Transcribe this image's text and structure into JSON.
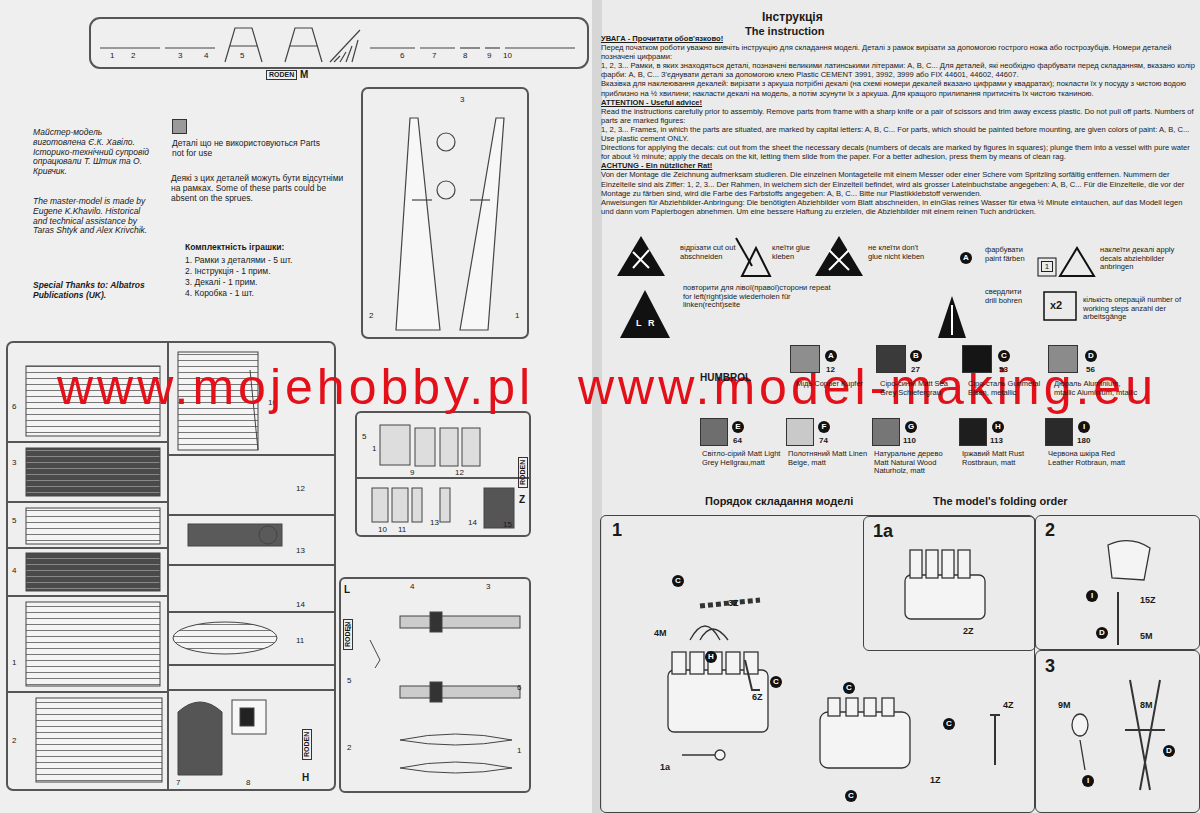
{
  "diagram": {
    "title": "Інструкція",
    "nodes": [
      {
        "text": [
          "1",
          "3Z",
          "4M",
          "6Z",
          "1a",
          "4Z",
          "1Z",
          "C",
          "H",
          "C",
          "C",
          "C",
          "C"
        ]
      },
      {
        "text": [
          "1a",
          "2Z"
        ],
        "in": 0
      },
      {
        "text": [
          "2",
          "15Z",
          "5M",
          "I",
          "D"
        ]
      },
      {
        "text": [
          "3",
          "9M",
          "8M",
          "I",
          "D"
        ]
      }
    ],
    "labels": [
      "1",
      "2",
      "3",
      "4",
      "5",
      "6",
      "7",
      "8",
      "9",
      "10",
      "RODEN",
      "M",
      "Майстер-модель виготовлена Є.К. Хавіло. Історико-технічний супровід опрацювали Т. Штик та О. Кривчик.",
      "The master-model is made by Eugene K.Khavilo. Historical and technical assistance by Taras Shtyk and Alex Krivchik.",
      "Special Thanks to: Albatros Publications (UK).",
      "Деякі з цих деталей можуть бути відсутніми на рамках. Some of these parts could be absent on the sprues.",
      "Комплектність іграшки:",
      "1. Рамки з деталями - 5 шт.",
      "2. Інструкція - 1 прим.",
      "3. Декалі - 1 прим.",
      "4. Коробка - 1 шт.",
      "3",
      "2",
      "1",
      "6",
      "3",
      "5",
      "4",
      "1",
      "2",
      "16",
      "12",
      "13",
      "14",
      "11",
      "7",
      "8",
      "RODEN",
      "H",
      "5",
      "1",
      "9",
      "10",
      "11",
      "13",
      "12",
      "14",
      "15",
      "RODEN",
      "Z",
      "www.mojehobby.pl",
      "www.model-making.eu",
      "4",
      "3",
      "4",
      "5",
      "6",
      "2",
      "1",
      "RODEN",
      "L",
      "The instruction",
      "УВАГА - Прочитати обов'язково!",
      "Перед початком роботи уважно вивчіть інструкцію для складання моделі. Деталі з рамок вирізати за допомогою гострого ножа або гострозубців. Номери деталей позначені цифрами:",
      "1, 2, 3... Рамки, в яких знаходяться деталі, позначені великими латинськими літерами: A, B, C... Для деталей, які необхідно фарбувати перед складанням, вказано колір фарби: A, B, C... З'єднувати деталі за допомогою клею Plastic CEMENT 3991, 3992, 3999 або FIX 44601, 44602, 44607.",
      "Вказівка для наклеювання декалей: вирізати з аркуша потрібні декалі (на схемі номери декалей вказано цифрами у квадратах); покласти їх у посуду з чистою водою приблизно на ½ хвилини; накласти декалі на модель, а потім зсунути їх з аркуша. Для кращого прилипання притисніть їх чистою тканиною.",
      "ATTENTION - Useful advice!",
      "Read the instructions carefully prior to assembly. Remove parts from frame with a sharp knife or a pair of scissors and trim away excess plastic. Do not pull off parts. Numbers of parts are marked figures:",
      "1, 2, 3... Frames, in which the parts are situated, are marked by capital letters: A, B, C... For parts, which should be painted before mounting, are given colors of paint: A, B, C... Use plastic cement ONLY.",
      "Directions for applying the decals: cut out from the sheet the necessary decals (numbers of decals are marked by figures in squares); plunge them into a vessel with pure water for about ½ minute; apply the decals on the kit, letting them slide from the paper. For a better adhesion, press them by means of clean rag.",
      "ACHTUNG - Ein nützlicher Rat!",
      "Von der Montage die Zeichnung aufmerksam studieren. Die einzelnen Montageteile mit einem Messer oder einer Schere vom Spritzling sorfältig entfernen. Nummern der Einzelteile sind als Ziffer: 1, 2, 3... Der Rahmen, in welchem sich der Einzelteil befindet, wird als grosser Lateinbuchstabe angegeben: A, B, C... Für die Einzelteile, die vor der Montage zu färben sind, wird die Farbe des Farbstoffs angegeben: A, B, C... Bitte nur Plastikklebstoff verwenden.",
      "Anweisungen für Abziehbilder-Anbringung: Die benötigten Abziehbilder vom Blatt abschneiden, in einGlas reines Wasser für etwa ½ Minute eintauchen, auf das Modell legen und dann vom Papierbogen abnehmen. Um eine bessere Haftung zu erzielen, die Abziehbilder mit einem reinen Tuch andrücken.",
      "A",
      "1",
      "L",
      "R",
      "x2",
      "HUMBROL",
      "A",
      "12",
      "B",
      "27",
      "C",
      "53",
      "D",
      "56",
      "E",
      "64",
      "F",
      "74",
      "G",
      "110",
      "H",
      "113",
      "I",
      "180",
      "Порядок складання моделі",
      "The model's folding order"
    ],
    "legend": [
      {
        "text": "Деталі що не використовуються Parts not for use",
        "color": "#9a9a9a"
      },
      {
        "text": "відрізати cut out abschneiden"
      },
      {
        "text": "клеїти glue kleben"
      },
      {
        "text": "не клеїти don't glue nicht kleben"
      },
      {
        "text": "фарбувати paint färben"
      },
      {
        "text": "наклеїти декалі apply decals abziehbilder anbringen"
      },
      {
        "text": "повторити для лівої(правої)сторони repeat for left(right)side wiederholen für linken(recht)seite"
      },
      {
        "text": "свердлити drill bohren"
      },
      {
        "text": "кількість операцій number of working steps anzahl der arbeitsgänge"
      },
      {
        "text": "Мідь Copper Kupfer",
        "color": "#8e8e8e"
      },
      {
        "text": "Сіро-синій Matt Sea Grey Schiefergrau",
        "color": "#3a3a3a"
      },
      {
        "text": "Сіро-сталь Gunmetal Eisen, metallic",
        "color": "#151515"
      },
      {
        "text": "Дюраль Aluminium, mtallic Aluminium, mtallic",
        "color": "#8b8b8b"
      },
      {
        "text": "Світло-сірий Matt Light Grey Hellgrau,matt",
        "color": "#6e6e6e"
      },
      {
        "text": "Полотняний Matt Linen Beige, matt",
        "color": "#c9c9c9"
      },
      {
        "text": "Натуральне дерево Matt Natural Wood Naturholz, matt",
        "color": "#767676"
      },
      {
        "text": "Іржавий Matt Rust Rostbraun, matt",
        "color": "#1e1e1e"
      },
      {
        "text": "Червона шкіра Red Leather Rotbraun, matt",
        "color": "#2a2a2a"
      }
    ]
  }
}
